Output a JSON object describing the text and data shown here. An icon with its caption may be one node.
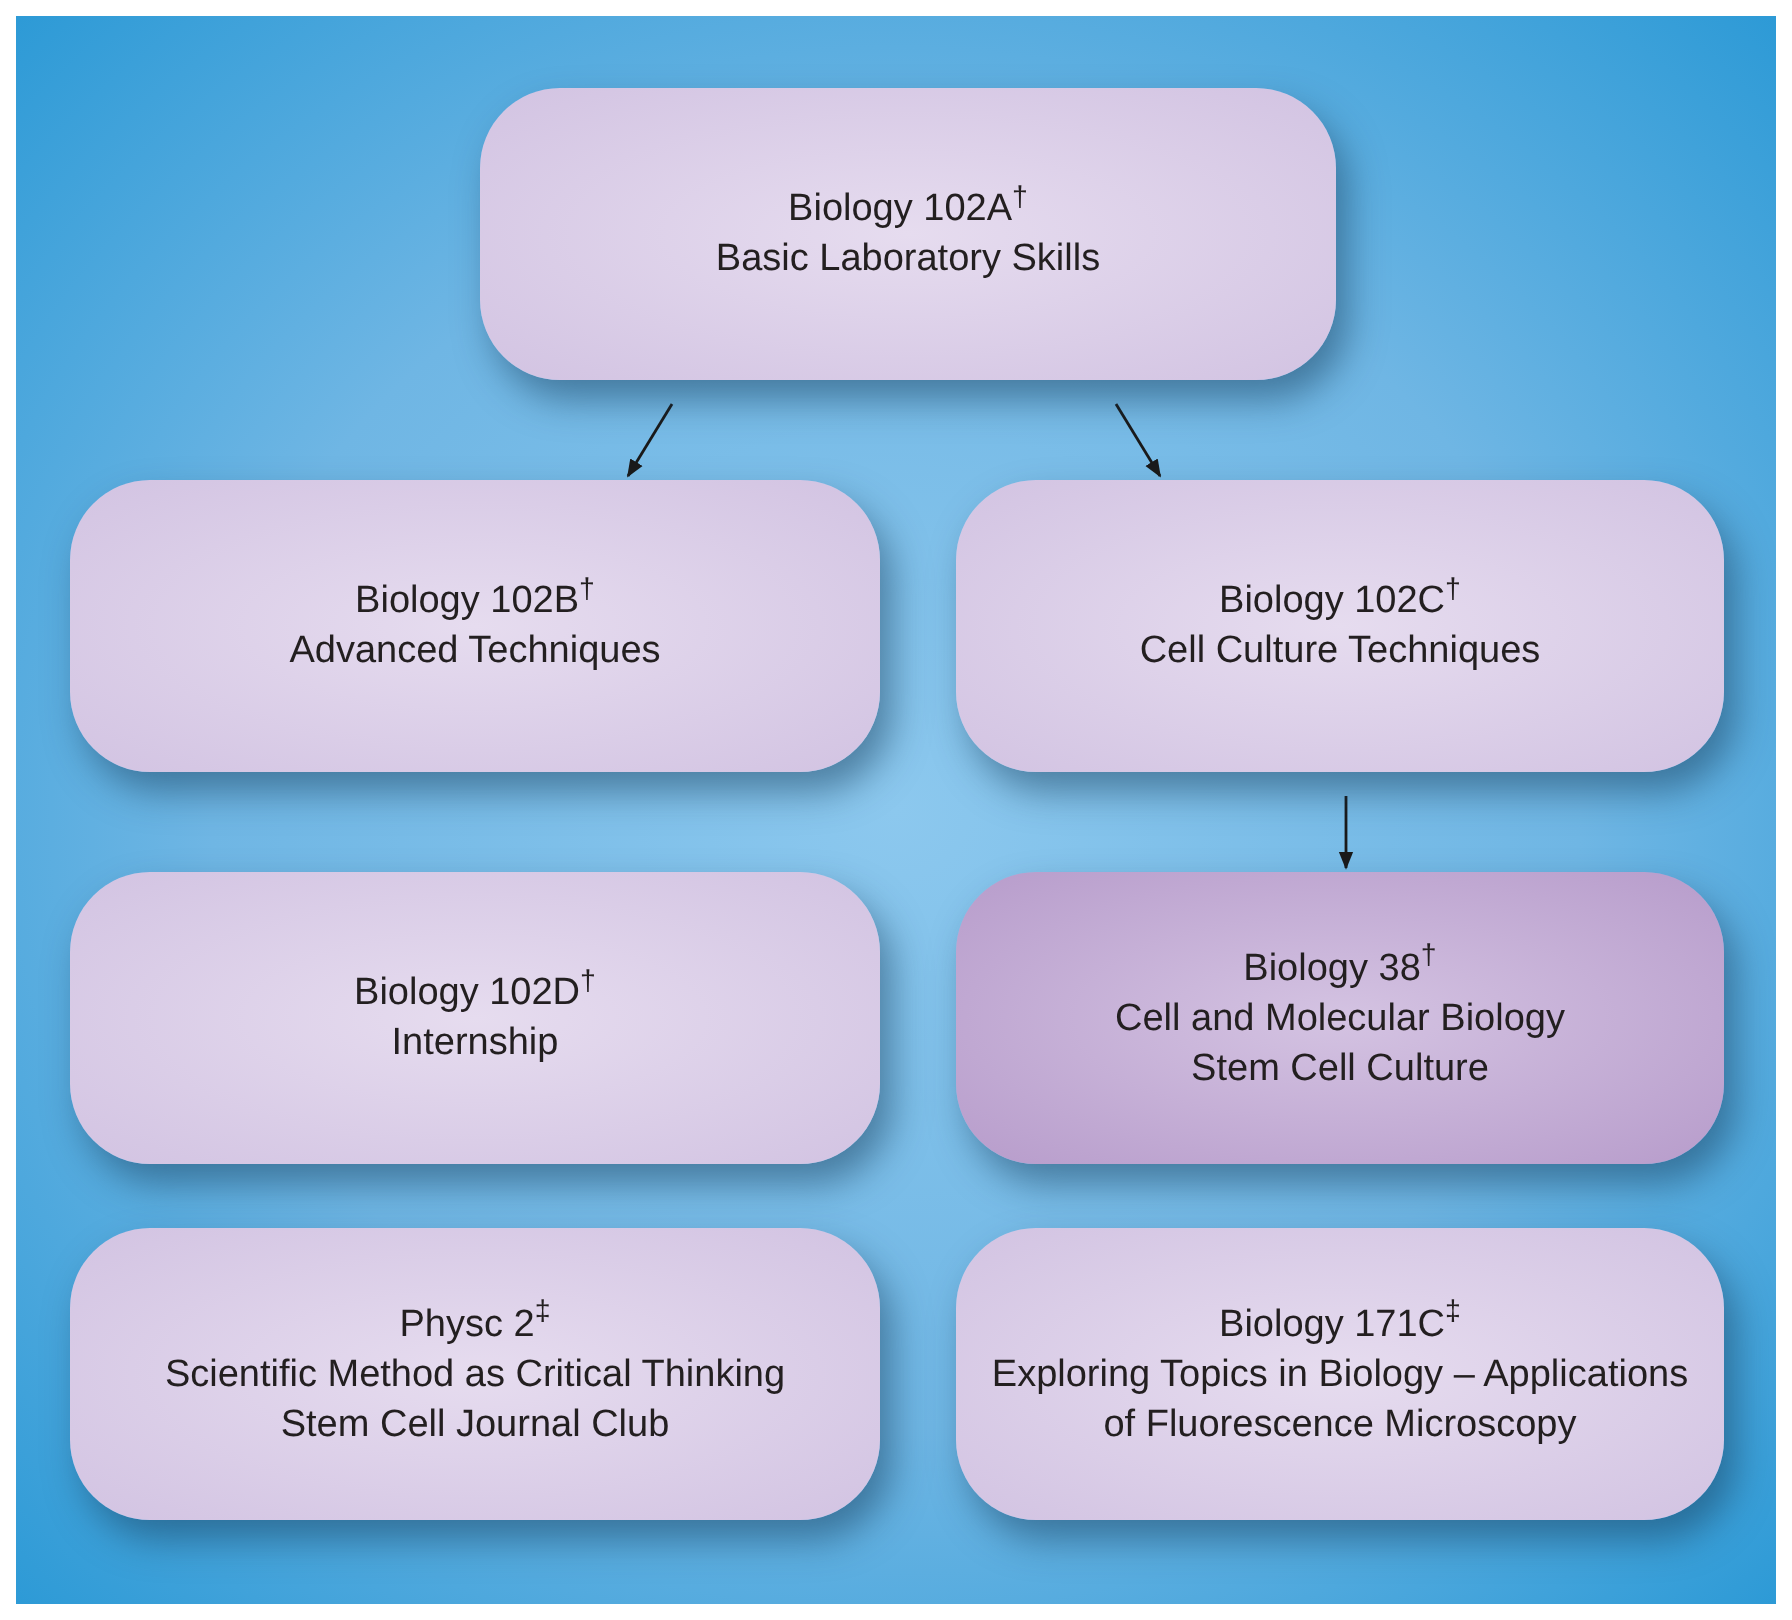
{
  "diagram": {
    "nodes": [
      {
        "text": [
          "Biology 102A$^{†}$",
          "Basic Laboratory Skills"
        ]
      },
      {
        "text": [
          "Biology 102B$^{†}$",
          "Advanced Techniques"
        ]
      },
      {
        "text": [
          "Biology 102C$^{†}$",
          "Cell Culture Techniques"
        ]
      },
      {
        "text": [
          "Biology 102D$^{†}$",
          "Internship"
        ]
      },
      {
        "text": [
          "Biology 38$^{†}$",
          "Cell and Molecular Biology",
          "Stem Cell Culture"
        ]
      },
      {
        "text": [
          "Physc 2$^{‡}$",
          "Scientific Method as Critical Thinking",
          "Stem Cell Journal Club"
        ]
      },
      {
        "text": [
          "Biology 171C$^{‡}$",
          "Exploring Topics in Biology – Applications of Fluorescence Microscopy"
        ]
      }
    ],
    "edges": [
      {
        "from": 0,
        "to": 1,
        "arrow": "to"
      },
      {
        "from": 0,
        "to": 2,
        "arrow": "to"
      },
      {
        "from": 2,
        "to": 4,
        "arrow": "to"
      }
    ]
  }
}
